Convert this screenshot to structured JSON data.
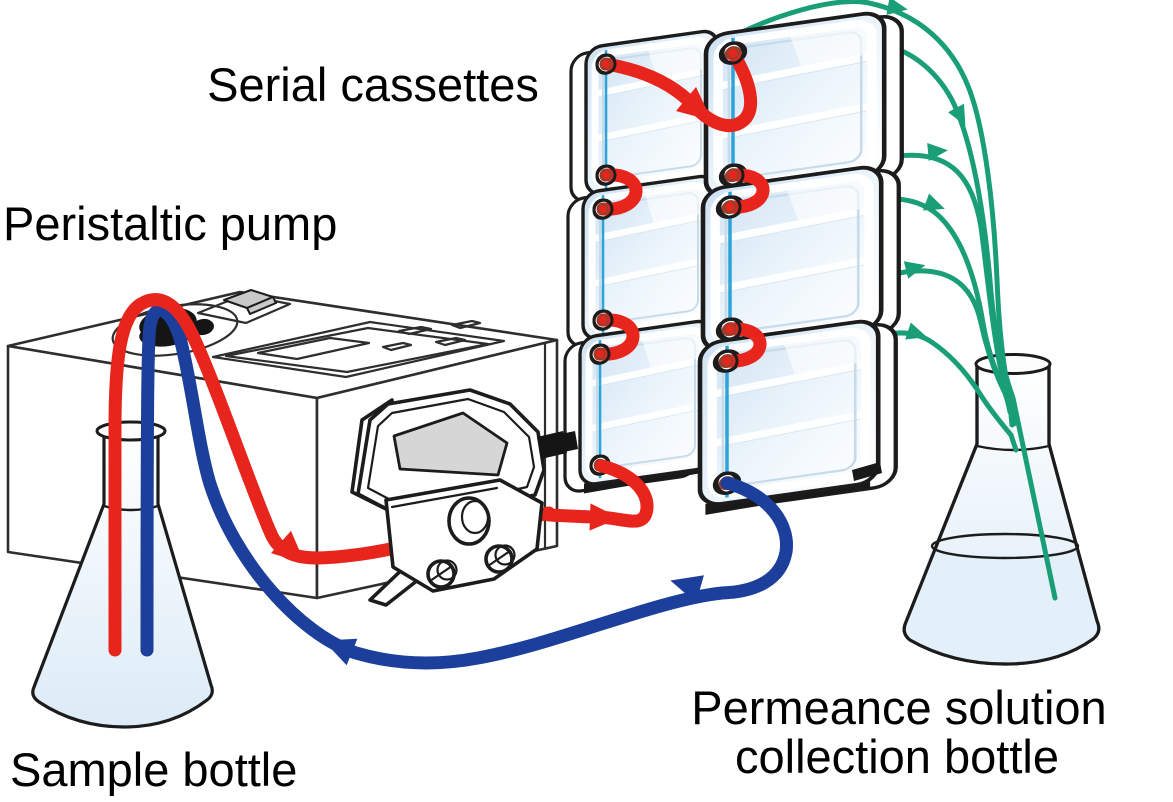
{
  "diagram": {
    "type": "process-flow-illustration",
    "labels": {
      "serial_cassettes": "Serial cassettes",
      "peristaltic_pump": "Peristaltic pump",
      "sample_bottle": "Sample bottle",
      "collection_bottle_line1": "Permeance solution",
      "collection_bottle_line2": "collection bottle"
    },
    "colors": {
      "feed_tube": "#E8251D",
      "return_tube": "#1D3F9C",
      "permeate_tube": "#1A9E78",
      "outline": "#1C1C1C",
      "cassette_fill": "#E7F1F9",
      "channel_line": "#2DA3D9",
      "port_ring": "#9C3D2C",
      "glass_fill": "#DCEBF7",
      "pump_window": "#D6D6D6",
      "switch_gray": "#C9C9C9",
      "label_text": "#000000"
    },
    "counts": {
      "cassettes": 6,
      "permeate_lines": 6
    }
  }
}
